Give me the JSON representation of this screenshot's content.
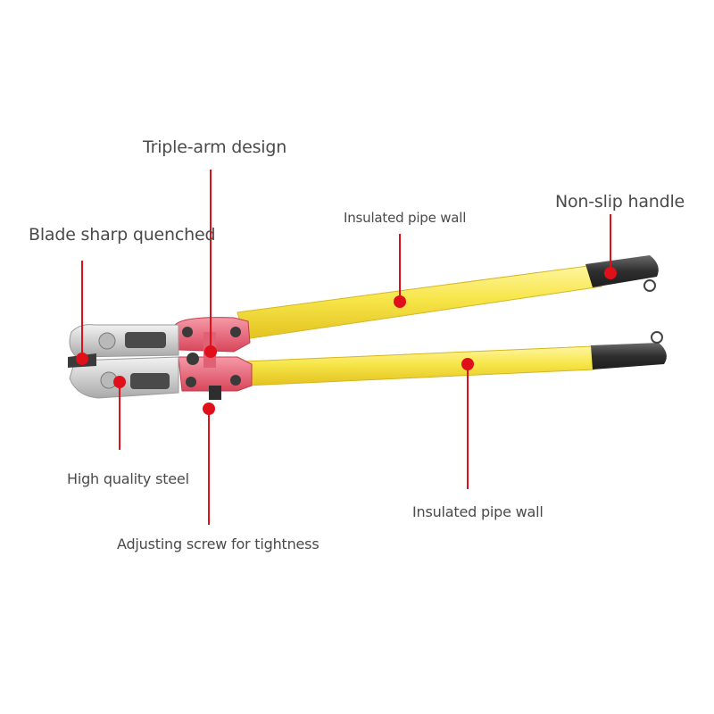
{
  "callouts": {
    "triple_arm": "Triple-arm design",
    "non_slip": "Non-slip handle",
    "blade": "Blade sharp quenched",
    "pipe_wall_top": "Insulated pipe wall",
    "steel": "High quality steel",
    "pipe_wall_bottom": "Insulated pipe wall",
    "adjusting_screw": "Adjusting screw for tightness"
  },
  "colors": {
    "handle": "#f5e04a",
    "grip": "#3a3a3a",
    "joint": "#e8566a",
    "jaw": "#d9d9d9",
    "marker": "#e0101a"
  }
}
